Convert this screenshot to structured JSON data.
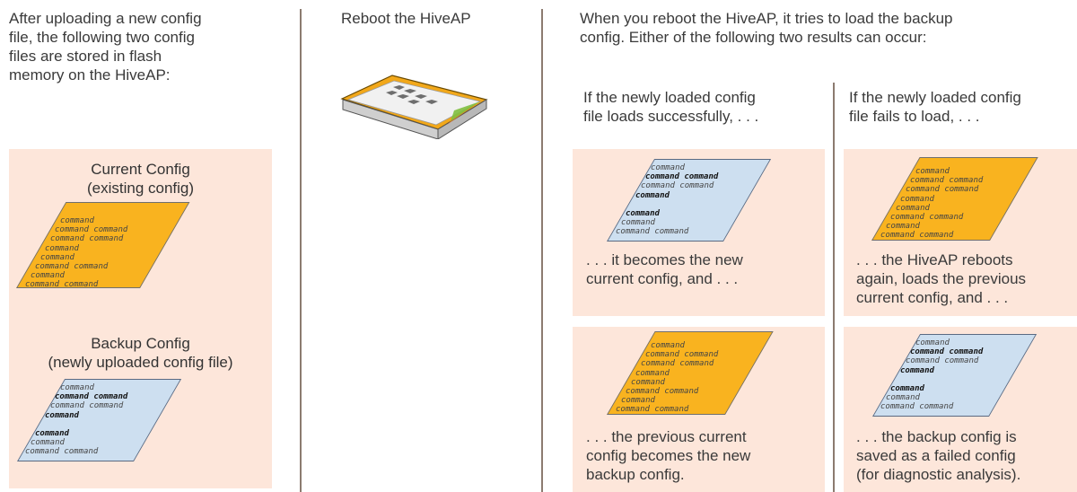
{
  "col1": {
    "intro": "After uploading a new config\nfile, the following two config\nfiles are stored in flash\nmemory on the HiveAP:",
    "current_title": "Current Config\n(existing config)",
    "backup_title": "Backup Config\n(newly uploaded config file)"
  },
  "col2": {
    "label": "Reboot the HiveAP"
  },
  "col3": {
    "intro": "When you reboot the HiveAP, it tries to load the backup\nconfig. Either of the following two results can occur:",
    "success_head": "If the newly loaded config\nfile loads successfully, . . .",
    "fail_head": "If the newly loaded config\nfile fails to load, . . .",
    "success_cap1": ". . . it becomes the new\ncurrent config, and . . .",
    "success_cap2": ". . . the previous current\nconfig becomes the new\nbackup config.",
    "fail_cap1": ". . . the HiveAP reboots\nagain, loads the previous\ncurrent config, and . . .",
    "fail_cap2": ". . . the backup config is\nsaved as a failed config\n(for diagnostic analysis)."
  },
  "orange_lines": [
    "command",
    "command command",
    "command command",
    "command",
    "command",
    "command command",
    "command",
    "command command"
  ],
  "blue_lines": [
    {
      "t": "command",
      "bold": false
    },
    {
      "t": "command command",
      "bold": true
    },
    {
      "t": "command command",
      "bold": false
    },
    {
      "t": "command",
      "bold": true
    },
    {
      "t": "",
      "bold": false
    },
    {
      "t": "command",
      "bold": true
    },
    {
      "t": "command",
      "bold": false
    },
    {
      "t": "command command",
      "bold": false
    }
  ],
  "colors": {
    "panel": "#fde6da",
    "orange": "#f9b31f",
    "blue": "#cddff0",
    "divider": "#8c7b70"
  }
}
